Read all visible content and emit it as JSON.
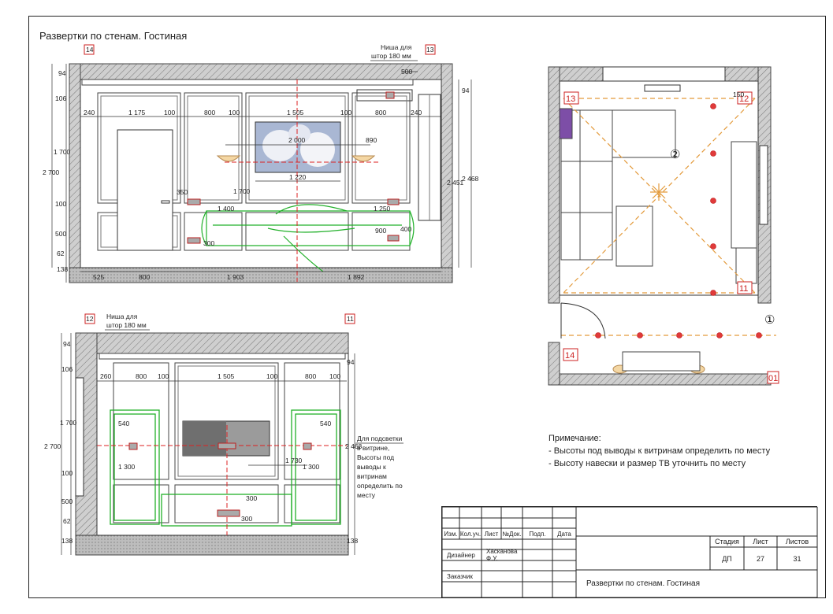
{
  "sheet_title": "Развертки по стенам. Гостиная",
  "top_elevation": {
    "markers": {
      "left": "14",
      "right": "13"
    },
    "niche_note": [
      "Ниша для",
      "штор 180 мм"
    ],
    "left_dims": [
      "94",
      "106",
      "1 700",
      "100",
      "500",
      "62",
      "138"
    ],
    "overall_left": "2 700",
    "right_dims": [
      "94",
      "2 451",
      "2 468"
    ],
    "horizontal_dims_top": [
      "240",
      "1 175",
      "100",
      "800",
      "100",
      "1 505",
      "100",
      "800",
      "240"
    ],
    "niche_dim": "500",
    "interior_dims": [
      "2 000",
      "890",
      "1 220",
      "1 700",
      "350",
      "1 400",
      "900",
      "400",
      "1 250",
      "300"
    ],
    "bottom_dims": [
      "525",
      "800",
      "1 903",
      "1 892"
    ]
  },
  "bottom_elevation": {
    "markers": {
      "left": "12",
      "right": "11"
    },
    "niche_note": [
      "Ниша для",
      "штор 180 мм"
    ],
    "left_dims": [
      "94",
      "106",
      "1 700",
      "100",
      "500",
      "62",
      "138"
    ],
    "overall_left": "2 700",
    "right_dims": [
      "94",
      "2 468",
      "138"
    ],
    "horizontal_dims_top": [
      "260",
      "800",
      "100",
      "1 505",
      "100",
      "800",
      "100"
    ],
    "interior_dims": [
      "540",
      "540",
      "1 730",
      "1 300",
      "300",
      "1 300",
      "300"
    ],
    "side_note": [
      "Для подсветки",
      "в витрине,",
      "Высоты под",
      "выводы к",
      "витринам",
      "определить по",
      "месту"
    ]
  },
  "plan": {
    "markers": [
      "13",
      "12",
      "11",
      "14",
      "01"
    ],
    "zones": [
      "②",
      "①"
    ],
    "dims": [
      "150"
    ]
  },
  "notes": {
    "heading": "Примечание:",
    "lines": [
      "- Высоты под выводы к витринам определить по месту",
      "- Высоту навески и размер ТВ уточнить по месту"
    ]
  },
  "title_block": {
    "headers": [
      "Изм.",
      "Кол.уч.",
      "Лист",
      "№Док.",
      "Подп.",
      "Дата"
    ],
    "designer_label": "Дизайнер",
    "designer_name": "Хасканова Ф.У.",
    "customer_label": "Заказчик",
    "drawing_name": "Развертки по стенам. Гостиная",
    "stage_label": "Стадия",
    "sheet_label": "Лист",
    "sheets_label": "Листов",
    "stage": "ДП",
    "sheet": "27",
    "sheets": "31"
  }
}
